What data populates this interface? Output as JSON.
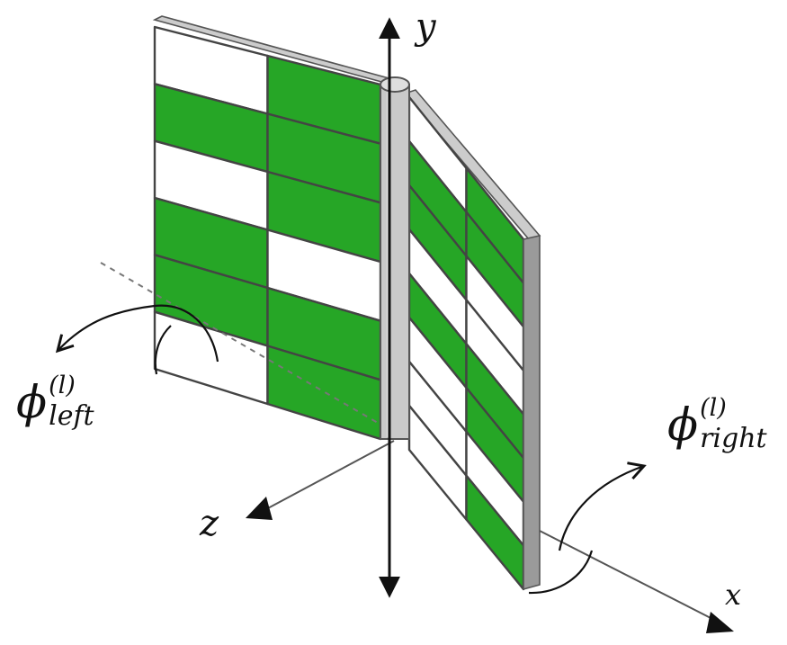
{
  "labels": {
    "y_axis": "y",
    "x_axis": "x",
    "z_axis": "z",
    "phi_symbol": "ϕ",
    "left_superscript": "(l)",
    "left_subscript": "left",
    "right_superscript": "(l)",
    "right_subscript": "right"
  },
  "colors": {
    "panel_green": "#26a626",
    "panel_white": "#ffffff",
    "grid_line": "#444444",
    "rod_fill": "#c9c9c9",
    "rod_outline": "#555555",
    "axis_black": "#111111",
    "axis_gray": "#555555",
    "dashed_line": "#777777"
  },
  "left_panel": {
    "columns": 2,
    "rows": 6,
    "cell_fills": [
      [
        "white",
        "green"
      ],
      [
        "green",
        "green"
      ],
      [
        "white",
        "green"
      ],
      [
        "green",
        "white"
      ],
      [
        "green",
        "green"
      ],
      [
        "white",
        "green"
      ]
    ]
  },
  "right_panel": {
    "columns": 2,
    "rows": 8,
    "cell_fills": [
      [
        "white",
        "green"
      ],
      [
        "green",
        "green"
      ],
      [
        "green",
        "white"
      ],
      [
        "white",
        "white"
      ],
      [
        "green",
        "green"
      ],
      [
        "white",
        "green"
      ],
      [
        "white",
        "white"
      ],
      [
        "white",
        "green"
      ]
    ]
  }
}
